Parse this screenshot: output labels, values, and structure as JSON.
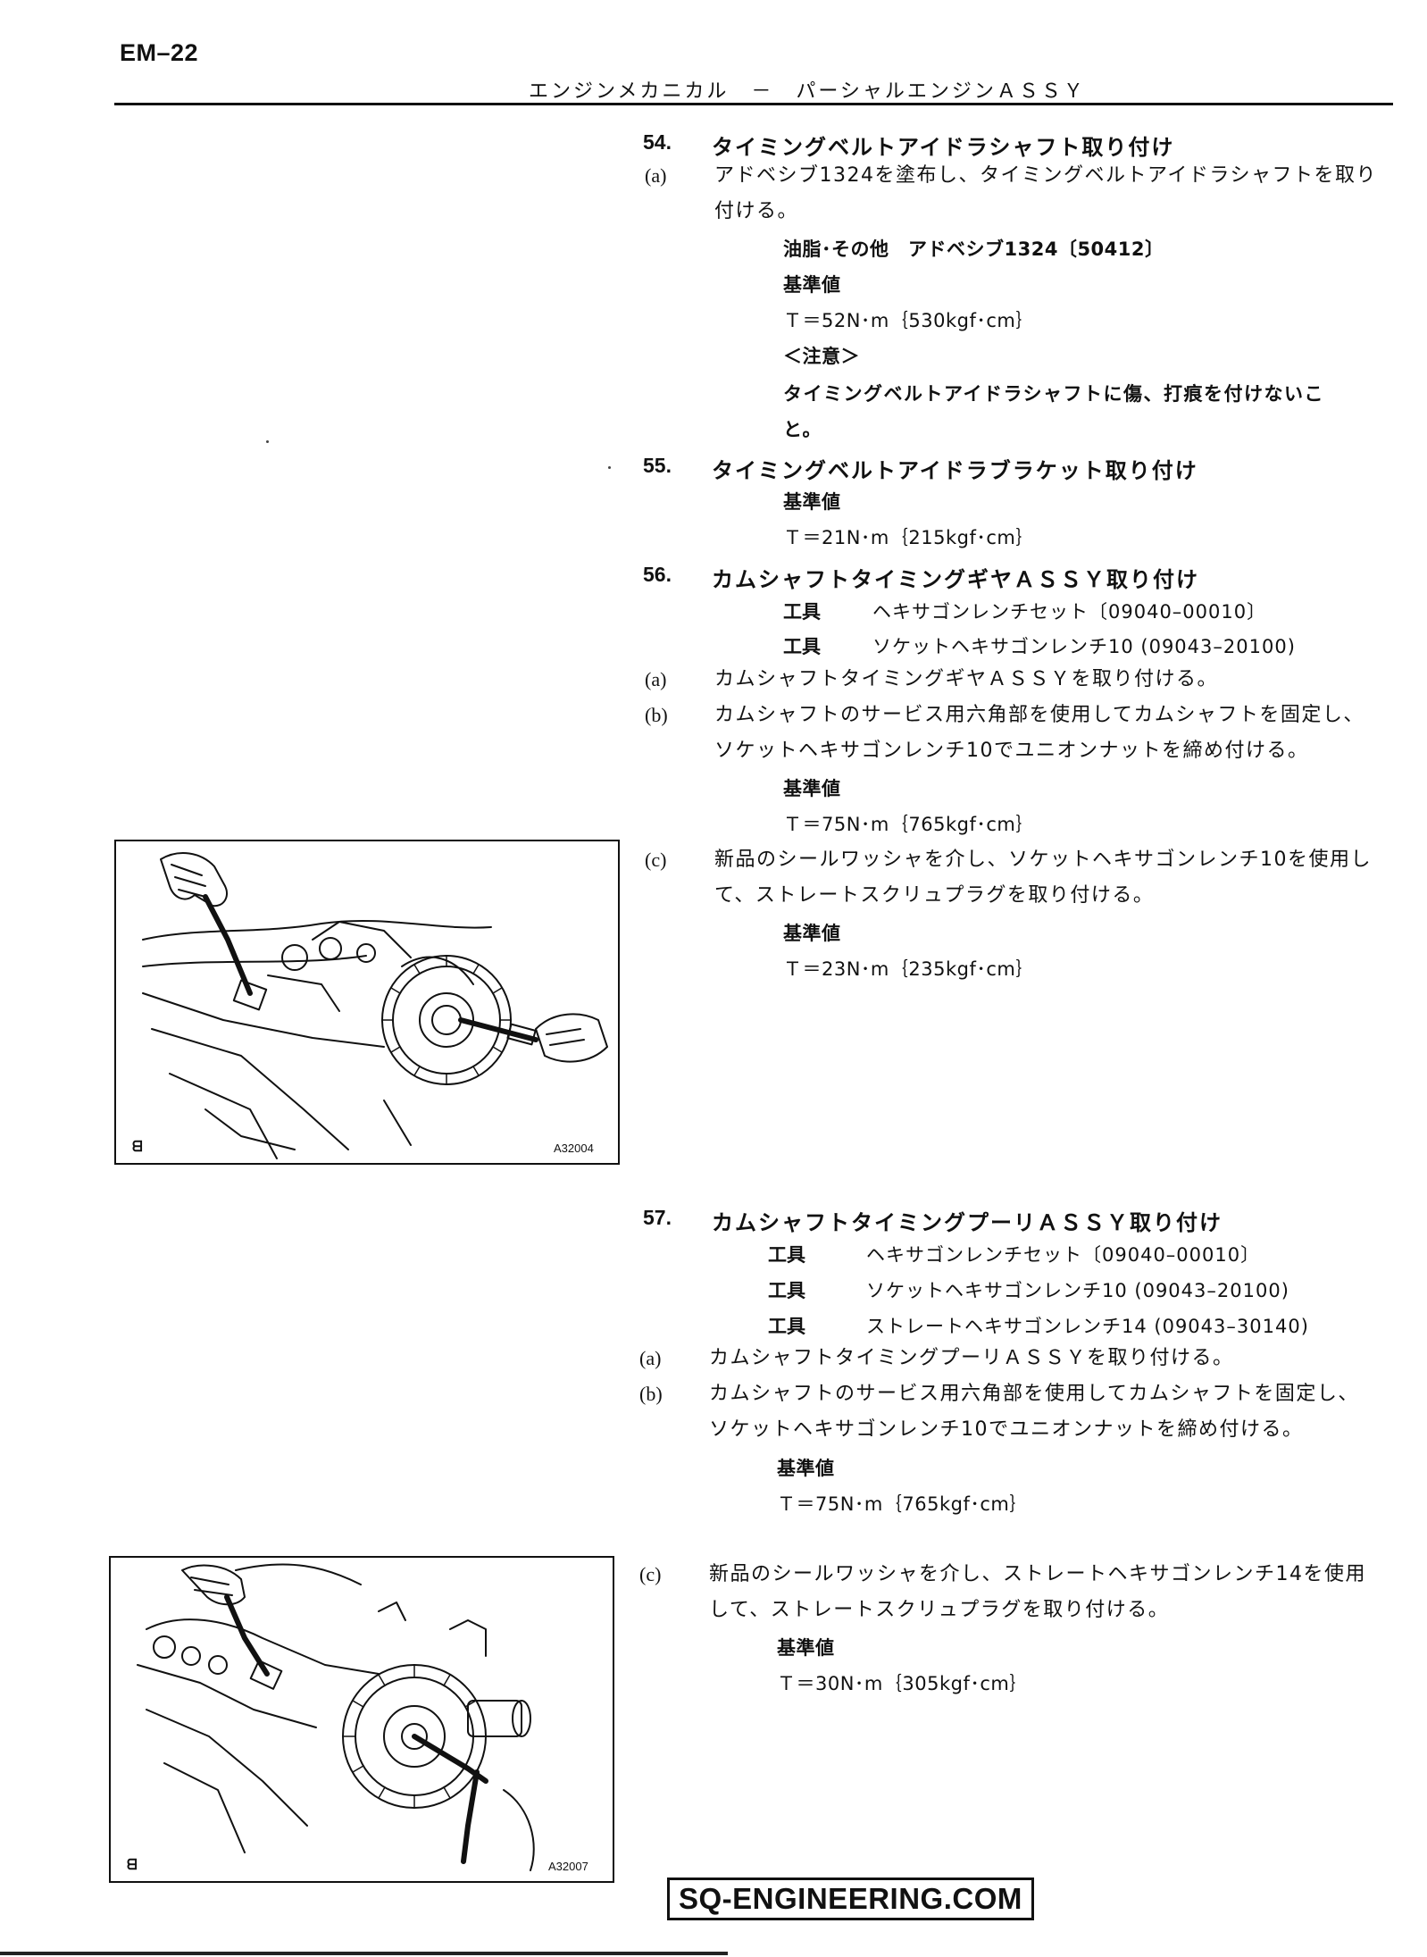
{
  "header": {
    "page_code": "EM–22",
    "title": "エンジンメカニカル　－　パーシャルエンジンＡＳＳＹ"
  },
  "steps": {
    "s54": {
      "number": "54.",
      "title": "タイミングベルトアイドラシャフト取り付け",
      "a_label": "(a)",
      "a_line1": "アドベシブ1324を塗布し、タイミングベルトアイドラシャフトを取り",
      "a_line2": "付ける。",
      "grease": "油脂･その他　アドベシブ1324〔50412〕",
      "std_label": "基準値",
      "torque": "Ｔ＝52N･m｛530kgf･cm｝",
      "caution_label": "＜注意＞",
      "caution_line1": "タイミングベルトアイドラシャフトに傷、打痕を付けないこ",
      "caution_line2": "と。"
    },
    "s55": {
      "number": "55.",
      "title": "タイミングベルトアイドラブラケット取り付け",
      "std_label": "基準値",
      "torque": "Ｔ＝21N･m｛215kgf･cm｝"
    },
    "s56": {
      "number": "56.",
      "title": "カムシャフトタイミングギヤＡＳＳＹ取り付け",
      "tool1_label": "工具",
      "tool1_text": "ヘキサゴンレンチセット〔09040–00010〕",
      "tool2_label": "工具",
      "tool2_text": "ソケットヘキサゴンレンチ10 (09043–20100)",
      "a_label": "(a)",
      "a_text": "カムシャフトタイミングギヤＡＳＳＹを取り付ける。",
      "b_label": "(b)",
      "b_line1": "カムシャフトのサービス用六角部を使用してカムシャフトを固定し、",
      "b_line2": "ソケットヘキサゴンレンチ10でユニオンナットを締め付ける。",
      "b_std_label": "基準値",
      "b_torque": "Ｔ＝75N･m｛765kgf･cm｝",
      "c_label": "(c)",
      "c_line1": "新品のシールワッシャを介し、ソケットヘキサゴンレンチ10を使用し",
      "c_line2": "て、ストレートスクリュプラグを取り付ける。",
      "c_std_label": "基準値",
      "c_torque": "Ｔ＝23N･m｛235kgf･cm｝"
    },
    "s57": {
      "number": "57.",
      "title": "カムシャフトタイミングプーリＡＳＳＹ取り付け",
      "tool1_label": "工具",
      "tool1_text": "ヘキサゴンレンチセット〔09040–00010〕",
      "tool2_label": "工具",
      "tool2_text": "ソケットヘキサゴンレンチ10 (09043–20100)",
      "tool3_label": "工具",
      "tool3_text": "ストレートヘキサゴンレンチ14 (09043–30140)",
      "a_label": "(a)",
      "a_text": "カムシャフトタイミングプーリＡＳＳＹを取り付ける。",
      "b_label": "(b)",
      "b_line1": "カムシャフトのサービス用六角部を使用してカムシャフトを固定し、",
      "b_line2": "ソケットヘキサゴンレンチ10でユニオンナットを締め付ける。",
      "b_std_label": "基準値",
      "b_torque": "Ｔ＝75N･m｛765kgf･cm｝",
      "c_label": "(c)",
      "c_line1": "新品のシールワッシャを介し、ストレートヘキサゴンレンチ14を使用",
      "c_line2": "して、ストレートスクリュプラグを取り付ける。",
      "c_std_label": "基準値",
      "c_torque": "Ｔ＝30N･m｛305kgf･cm｝"
    }
  },
  "figures": {
    "fig1_code": "A32004",
    "fig2_code": "A32007"
  },
  "watermark": "SQ-ENGINEERING.COM"
}
